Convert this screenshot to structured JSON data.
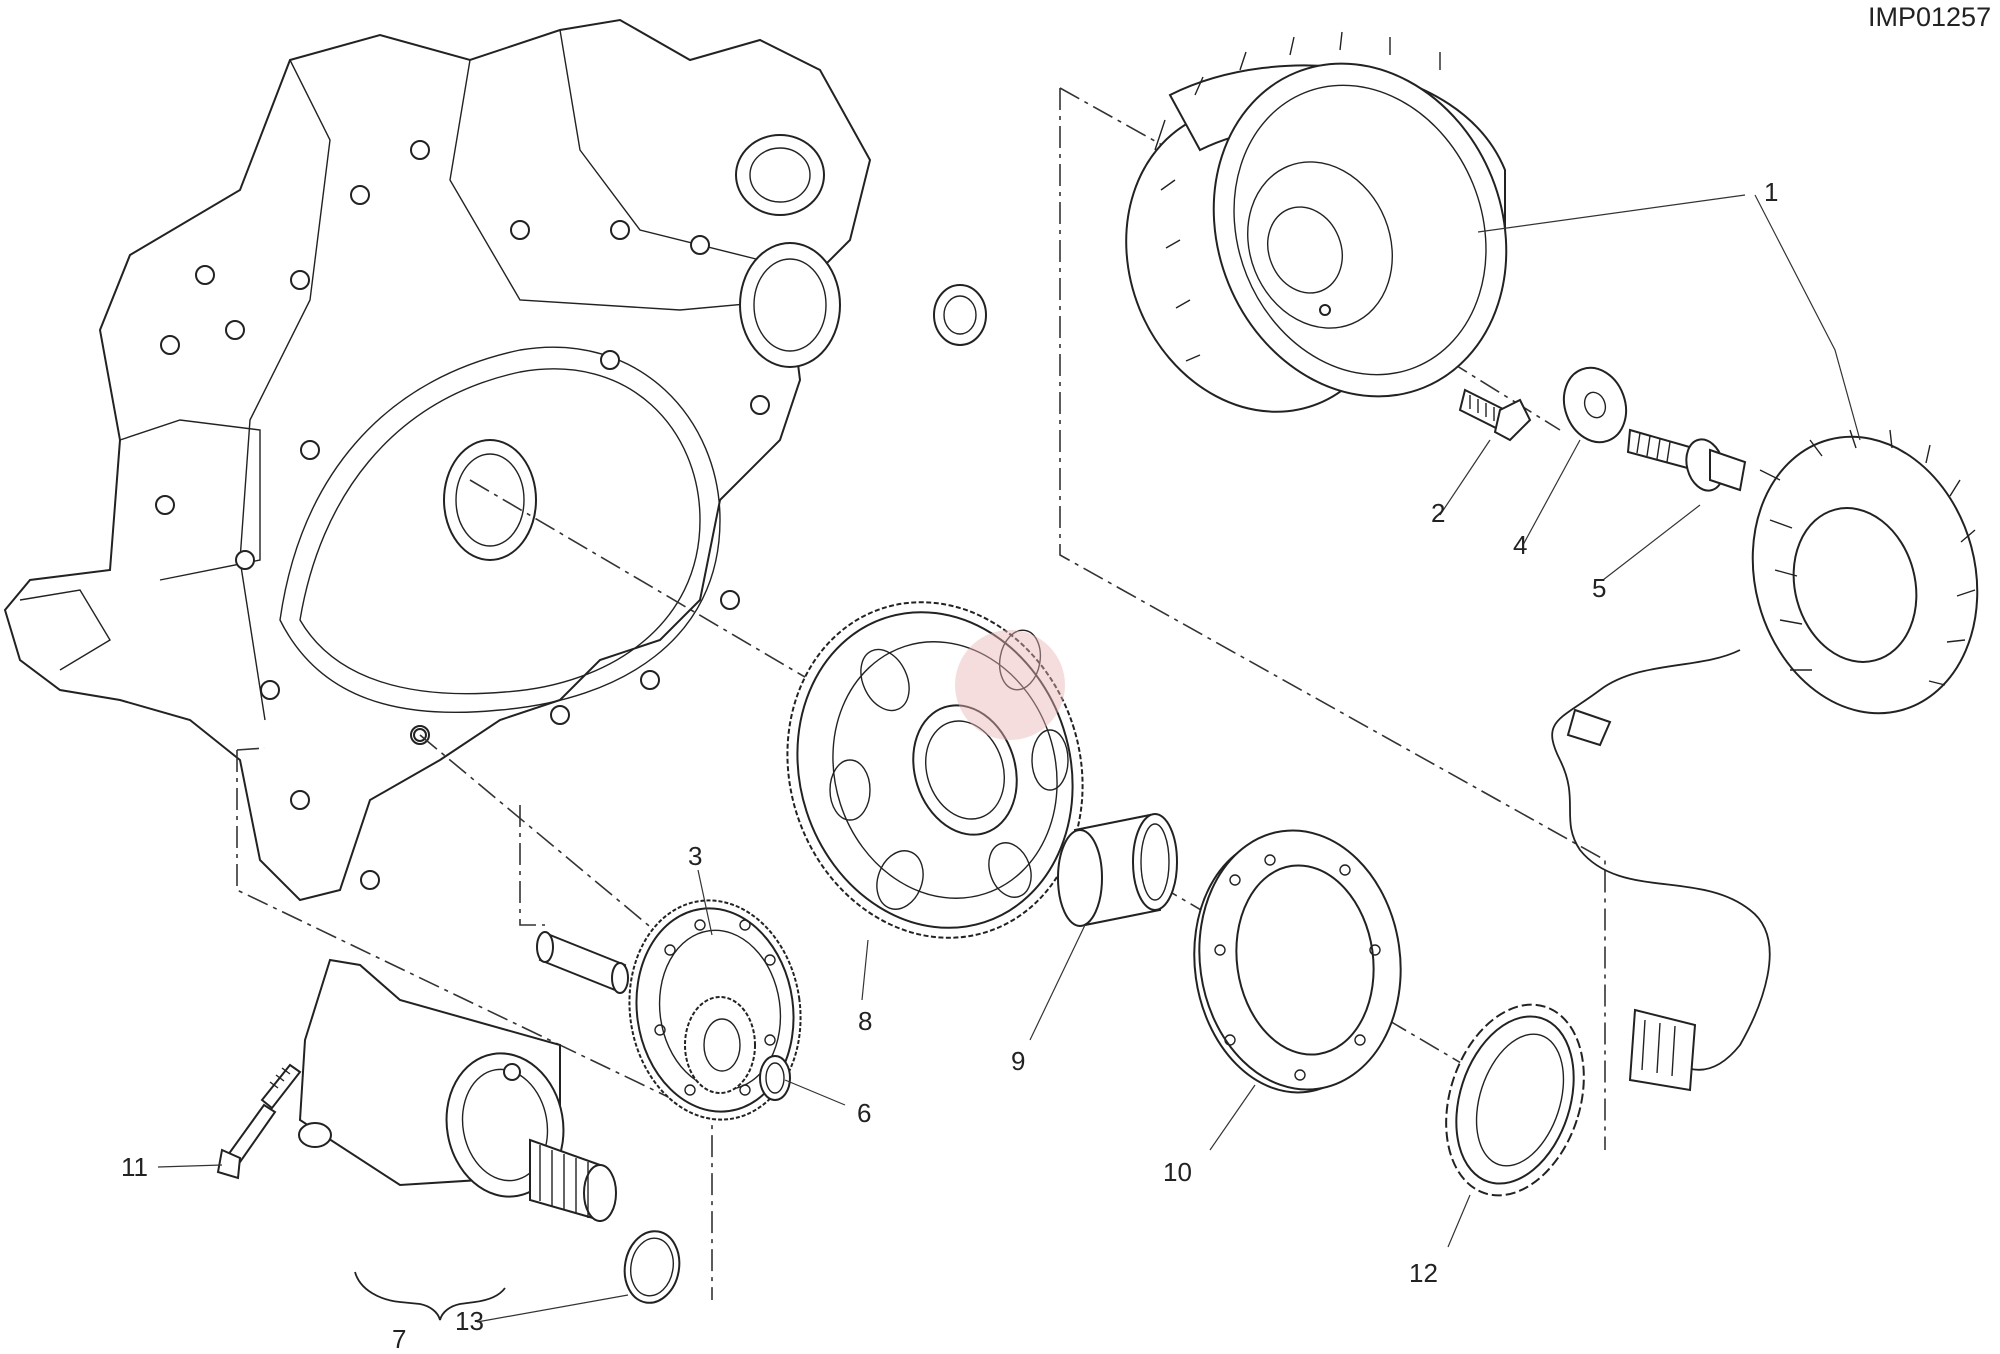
{
  "diagram": {
    "code": "IMP01257",
    "callouts": [
      {
        "id": "1",
        "text": "1"
      },
      {
        "id": "2",
        "text": "2"
      },
      {
        "id": "3",
        "text": "3"
      },
      {
        "id": "4",
        "text": "4"
      },
      {
        "id": "5",
        "text": "5"
      },
      {
        "id": "6",
        "text": "6"
      },
      {
        "id": "7",
        "text": "7"
      },
      {
        "id": "8",
        "text": "8"
      },
      {
        "id": "9",
        "text": "9"
      },
      {
        "id": "10",
        "text": "10"
      },
      {
        "id": "11",
        "text": "11"
      },
      {
        "id": "12",
        "text": "12"
      },
      {
        "id": "13",
        "text": "13"
      }
    ]
  }
}
